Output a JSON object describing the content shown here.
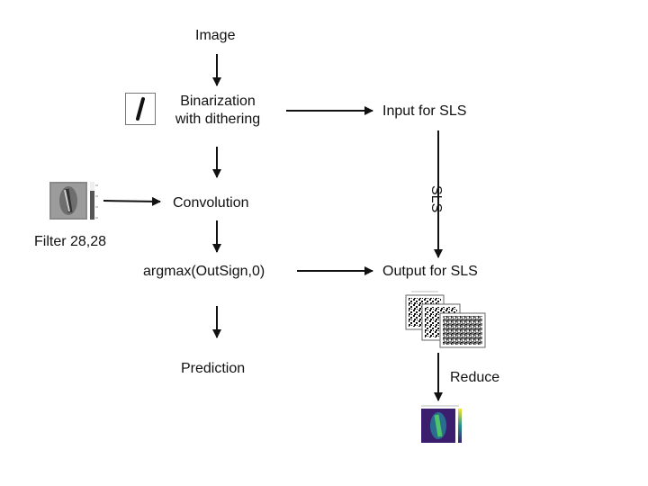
{
  "nodes": {
    "image": "Image",
    "binarization_line1": "Binarization",
    "binarization_line2": "with dithering",
    "input_sls": "Input for SLS",
    "convolution": "Convolution",
    "filter_caption": "Filter 28,28",
    "argmax": "argmax(OutSign,0)",
    "output_sls": "Output for SLS",
    "prediction": "Prediction"
  },
  "edge_labels": {
    "sls": "SLS",
    "reduce": "Reduce"
  },
  "colors": {
    "arrow": "#111111",
    "heatmap_bg": "#3b1f6e",
    "heatmap_hot": "#4fc46a"
  }
}
